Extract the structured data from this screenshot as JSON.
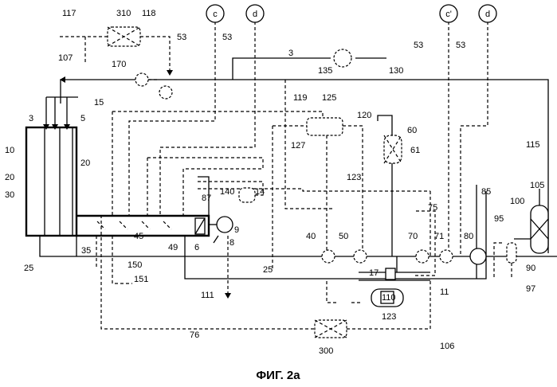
{
  "caption": "ФИГ. 2а",
  "connectors": [
    "c",
    "d",
    "c'",
    "d"
  ],
  "labels": {
    "l117": "117",
    "l107": "107",
    "l310": "310",
    "l118": "118",
    "l53a": "53",
    "l53b": "53",
    "l53c": "53",
    "l53d": "53",
    "l3a": "3",
    "l3b": "3",
    "l5": "5",
    "l15": "15",
    "l135": "135",
    "l130": "130",
    "l170": "170",
    "l10": "10",
    "l20a": "20",
    "l20b": "20",
    "l30": "30",
    "l119": "119",
    "l125": "125",
    "l120": "120",
    "l127": "127",
    "l60": "60",
    "l61": "61",
    "l115": "115",
    "l105": "105",
    "l100": "100",
    "l123a": "123",
    "l123b": "123",
    "l87": "87",
    "l140": "140",
    "l14": "14",
    "l85": "85",
    "l75": "75",
    "l9": "9",
    "l8": "8",
    "l6": "6",
    "l45": "45",
    "l49": "49",
    "l35": "35",
    "l25a": "25",
    "l25b": "25",
    "l40": "40",
    "l50": "50",
    "l70": "70",
    "l71": "71",
    "l80": "80",
    "l95": "95",
    "l90": "90",
    "l97": "97",
    "l150": "150",
    "l151": "151",
    "l111": "111",
    "l17": "17",
    "l110": "110",
    "l11": "11",
    "l76": "76",
    "l300": "300",
    "l106": "106"
  }
}
